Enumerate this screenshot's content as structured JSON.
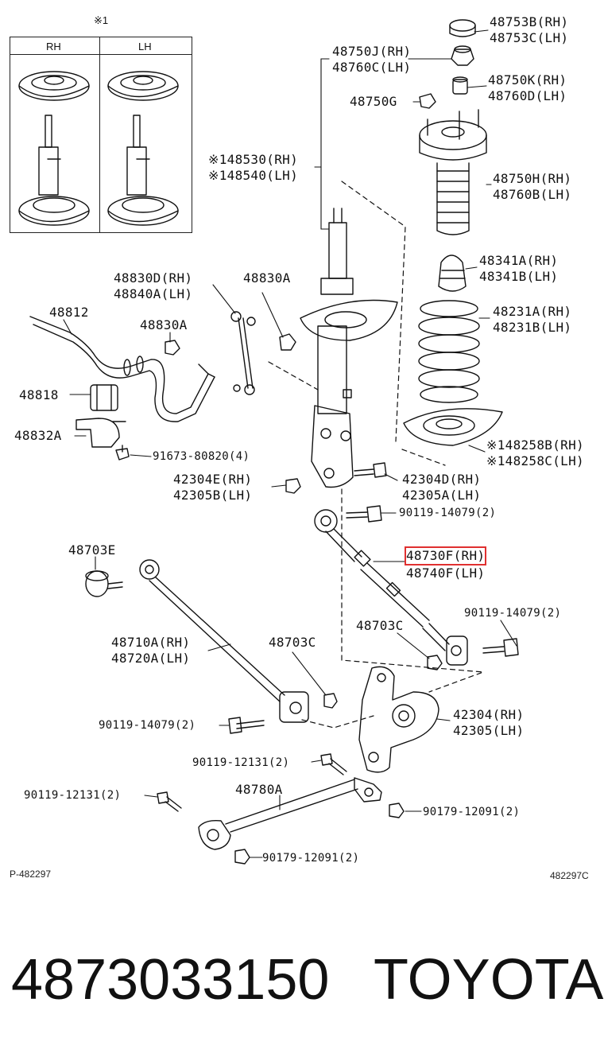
{
  "inset": {
    "mark": "※1",
    "col_rh": "RH",
    "col_lh": "LH"
  },
  "labels": {
    "p48753": "48753B(RH)\n48753C(LH)",
    "p48750j": "48750J(RH)\n48760C(LH)",
    "p48750k": "48750K(RH)\n48760D(LH)",
    "p48750g": "48750G",
    "p48530": "※148530(RH)\n※148540(LH)",
    "p48750h": "48750H(RH)\n48760B(LH)",
    "p48830d": "48830D(RH)\n48840A(LH)",
    "p48830a_top": "48830A",
    "p48341": "48341A(RH)\n48341B(LH)",
    "p48812": "48812",
    "p48830a_mid": "48830A",
    "p48231": "48231A(RH)\n48231B(LH)",
    "p48818": "48818",
    "p48832a": "48832A",
    "p48258": "※148258B(RH)\n※148258C(LH)",
    "p91673": "91673-80820(4)",
    "p42304e": "42304E(RH)\n42305B(LH)",
    "p42304d": "42304D(RH)\n42305A(LH)",
    "p90119_a": "90119-14079(2)",
    "p48703e": "48703E",
    "p48730f": "48730F(RH)",
    "p48740f": "48740F(LH)",
    "p48703c_right": "48703C",
    "p90119_b": "90119-14079(2)",
    "p48710a": "48710A(RH)\n48720A(LH)",
    "p48703c_left": "48703C",
    "p42304": "42304(RH)\n42305(LH)",
    "p90119_c": "90119-14079(2)",
    "p90119_12131_a": "90119-12131(2)",
    "p48780a": "48780A",
    "p90119_12131_b": "90119-12131(2)",
    "p90179_a": "90179-12091(2)",
    "p90179_b": "90179-12091(2)"
  },
  "footer": {
    "code_left": "P-482297",
    "code_right": "482297C"
  },
  "caption": {
    "part_number": "4873033150",
    "brand": "TOYOTA"
  },
  "colors": {
    "line": "#111111",
    "highlight": "#e03030",
    "background": "#ffffff"
  }
}
